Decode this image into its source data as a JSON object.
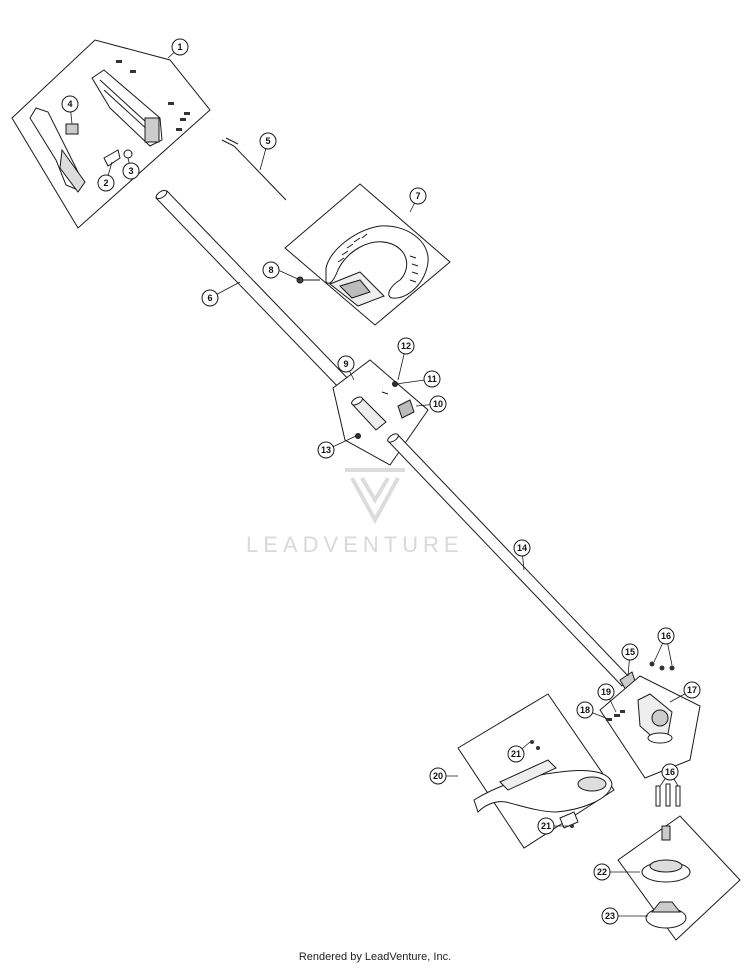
{
  "callouts": [
    {
      "id": "c1",
      "label": "1"
    },
    {
      "id": "c2",
      "label": "2"
    },
    {
      "id": "c3",
      "label": "3"
    },
    {
      "id": "c4",
      "label": "4"
    },
    {
      "id": "c5",
      "label": "5"
    },
    {
      "id": "c6",
      "label": "6"
    },
    {
      "id": "c7",
      "label": "7"
    },
    {
      "id": "c8",
      "label": "8"
    },
    {
      "id": "c9",
      "label": "9"
    },
    {
      "id": "c10",
      "label": "10"
    },
    {
      "id": "c11",
      "label": "11"
    },
    {
      "id": "c12",
      "label": "12"
    },
    {
      "id": "c13",
      "label": "13"
    },
    {
      "id": "c14",
      "label": "14"
    },
    {
      "id": "c15",
      "label": "15"
    },
    {
      "id": "c16a",
      "label": "16"
    },
    {
      "id": "c16b",
      "label": "16"
    },
    {
      "id": "c17",
      "label": "17"
    },
    {
      "id": "c18",
      "label": "18"
    },
    {
      "id": "c19",
      "label": "19"
    },
    {
      "id": "c20",
      "label": "20"
    },
    {
      "id": "c21a",
      "label": "21"
    },
    {
      "id": "c21b",
      "label": "21"
    },
    {
      "id": "c22",
      "label": "22"
    },
    {
      "id": "c23",
      "label": "23"
    }
  ],
  "watermark": {
    "text": "LEADVENTURE"
  },
  "footer": {
    "text": "Rendered by LeadVenture, Inc."
  },
  "colors": {
    "line": "#1a1a1a",
    "watermark": "#d9d9d9"
  }
}
